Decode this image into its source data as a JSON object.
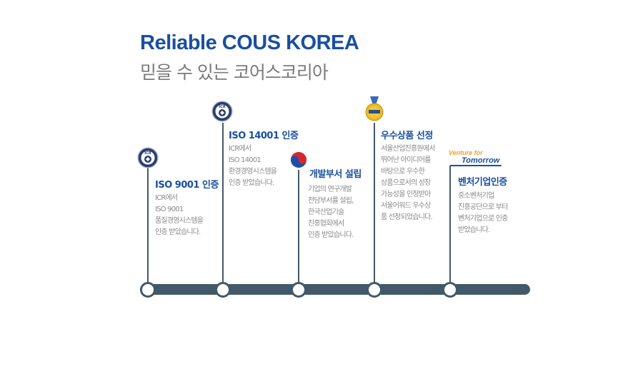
{
  "header": {
    "title_en": "Reliable COUS KOREA",
    "title_ko": "믿을 수 있는 코어스코리아"
  },
  "milestones": [
    {
      "title": "ISO 9001 인증",
      "icon": "icr-seal-icon",
      "desc": [
        "ICR에서",
        "ISO 9001",
        "품질경영시스템을",
        "인증 받았습니다."
      ]
    },
    {
      "title": "ISO 14001 인증",
      "icon": "icr-seal-icon",
      "desc": [
        "ICR에서",
        "ISO 14001",
        "환경경영시스템을",
        "인증 받았습니다."
      ]
    },
    {
      "title": "개발부서 설립",
      "icon": "taegeuk-icon",
      "desc": [
        "기업의 연구개발",
        "전담부서를 설립,",
        "한국산업기술",
        "진흥협회에서",
        "인증 받았습니다."
      ]
    },
    {
      "title": "우수상품 선정",
      "icon": "good-award-medal-icon",
      "desc": [
        "서울산업진흥원에서",
        "뛰어난 아이디어를",
        "바탕으로 우수한",
        "상품으로서의 성장",
        "가능성을 인정받아",
        "서울어워드 우수상",
        "품 선정되었습니다."
      ]
    },
    {
      "title": "벤처기업인증",
      "icon": "venture-for-tomorrow-logo",
      "logo_line1": "Venture for",
      "logo_line2": "Tomorrow",
      "desc": [
        "중소벤처기업",
        "진흥공단으로 부터",
        "벤처기업으로 인증",
        "받았습니다."
      ]
    }
  ],
  "colors": {
    "accent": "#1a4fa0",
    "track": "#42596a",
    "desc_text": "#8a8a8a",
    "subtitle_text": "#7a7a7a"
  }
}
